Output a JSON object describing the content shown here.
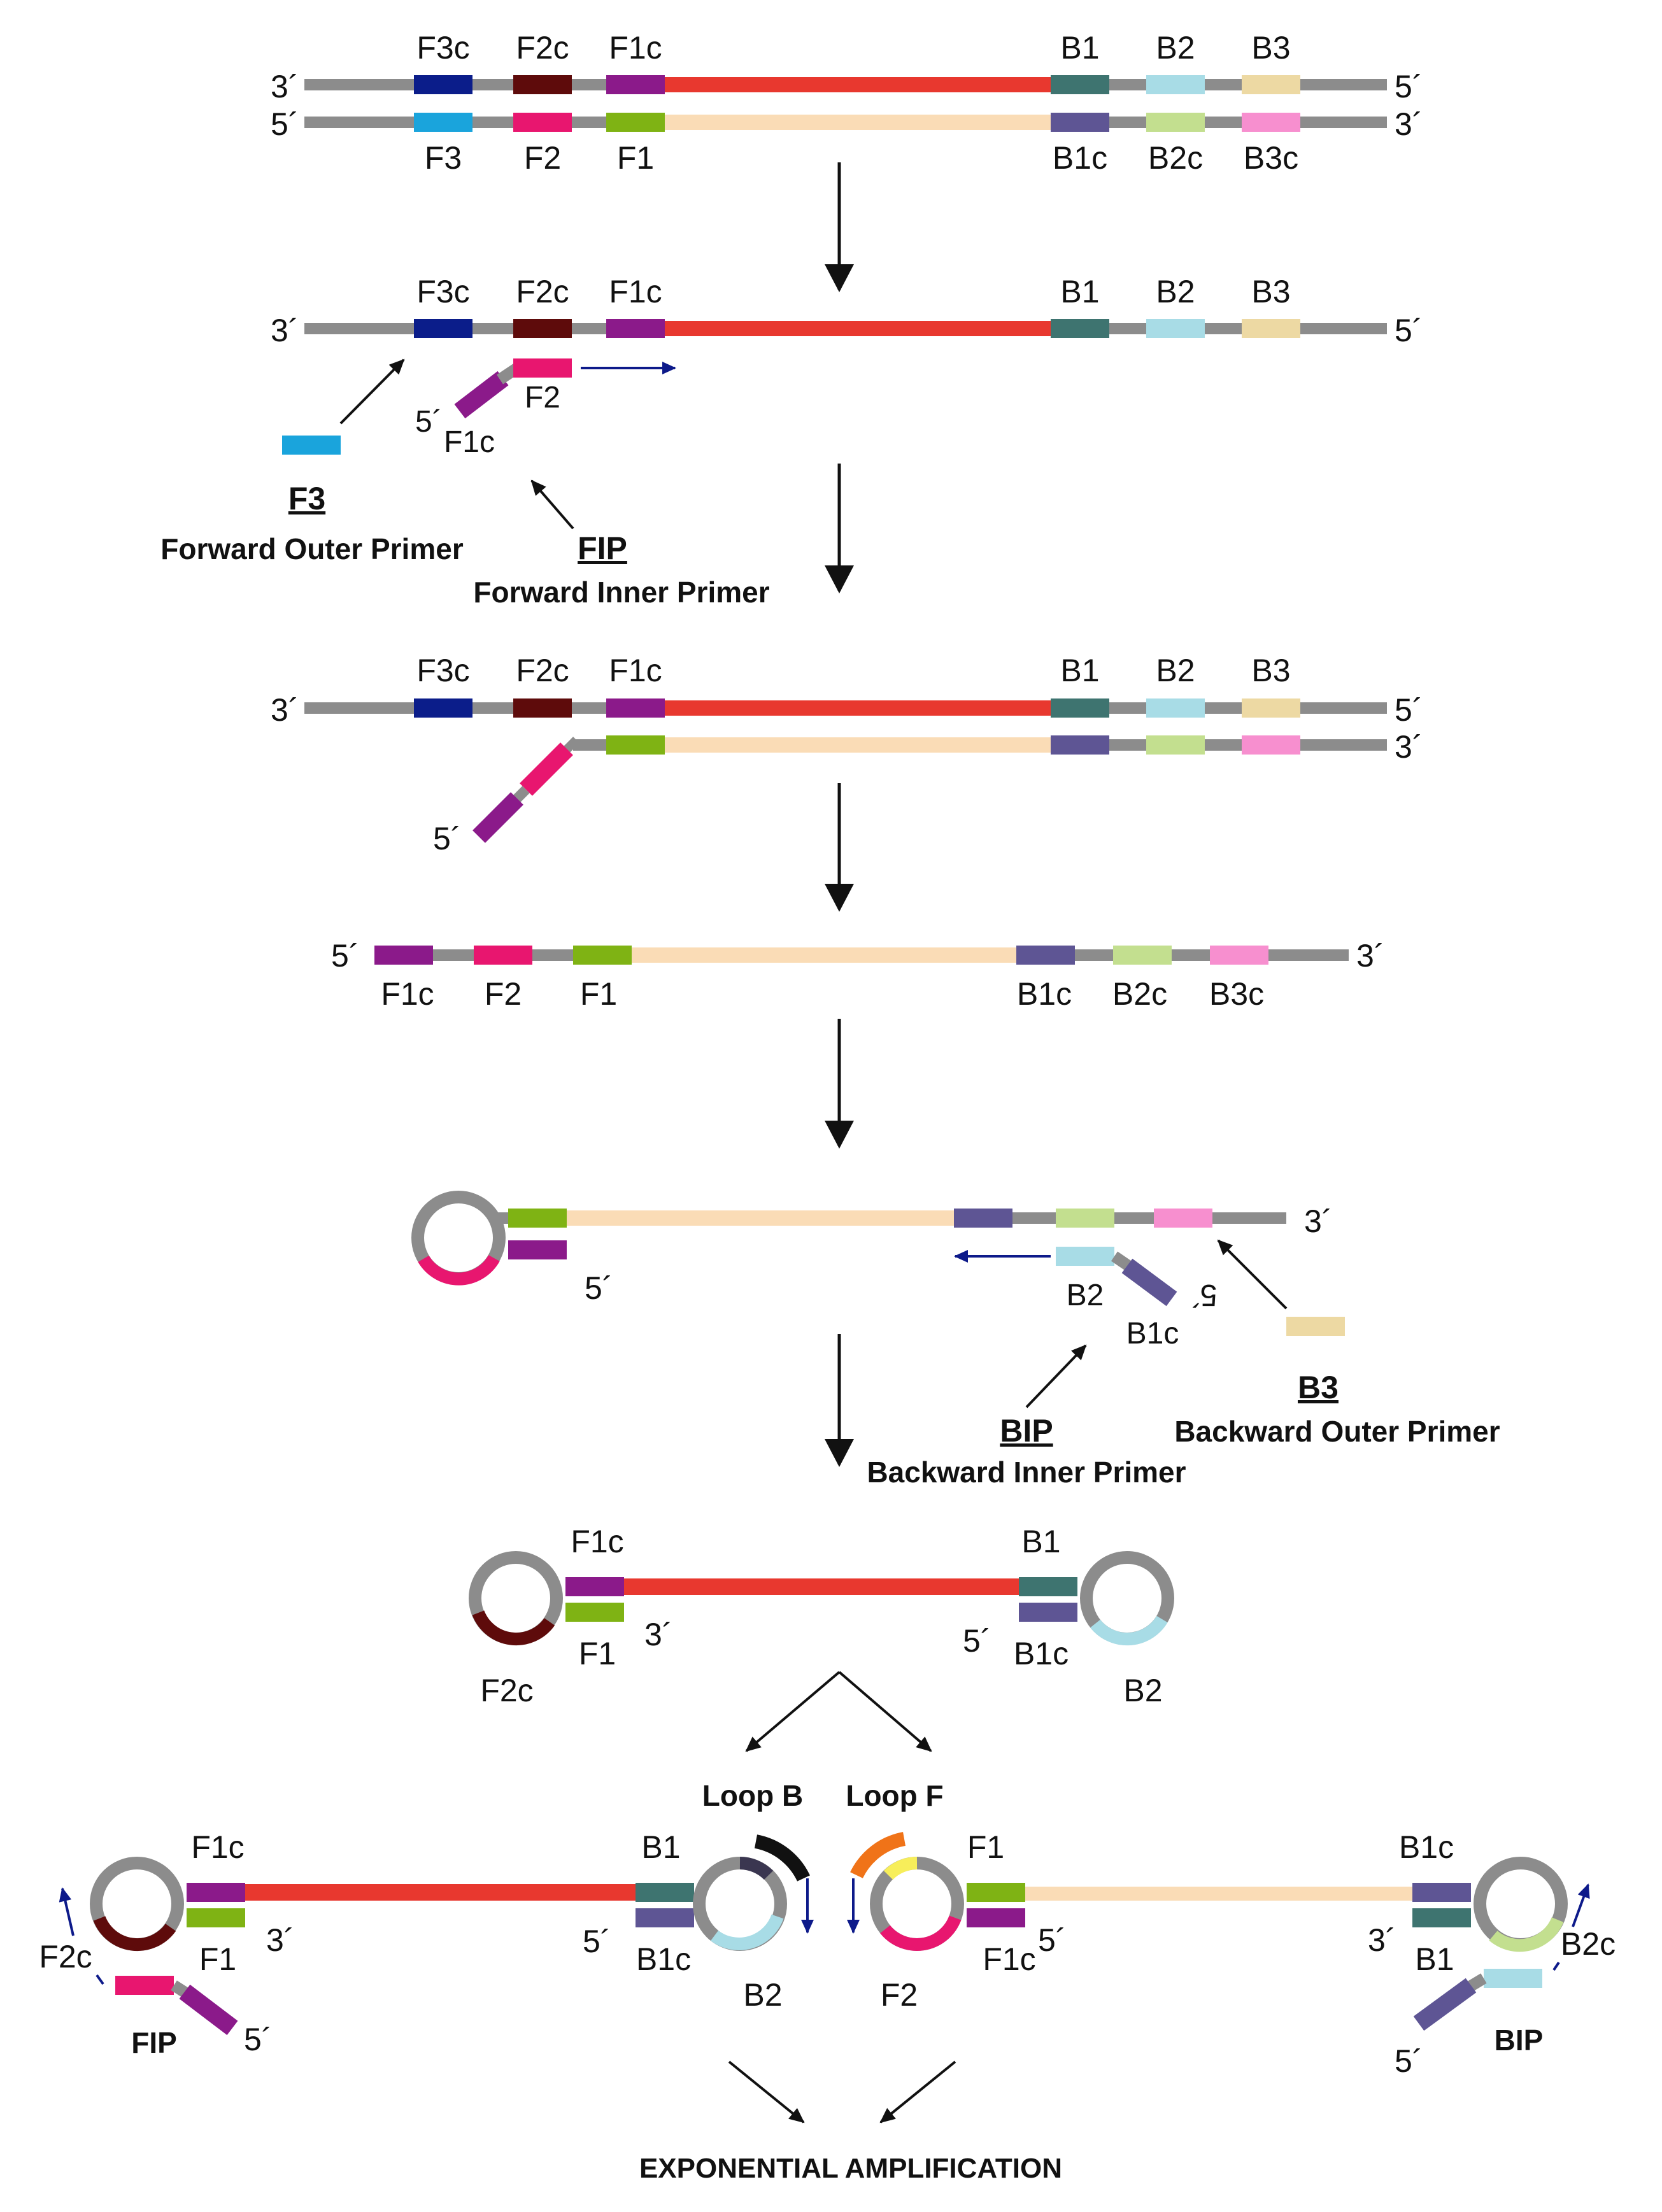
{
  "colors": {
    "strand": "#8c8c8c",
    "target_top": "#e8382f",
    "target_bottom": "#fadcb6",
    "F3c": "#0b1d8a",
    "F2c": "#5e0b0b",
    "F1c": "#8b1a8a",
    "F3": "#1aa4dc",
    "F2": "#e8166f",
    "F1": "#7fb314",
    "B1": "#3e7470",
    "B2": "#a8dce6",
    "B3": "#edd9a3",
    "B1c": "#5e5594",
    "B2c": "#c3df8f",
    "B3c": "#f78fcf",
    "loop_b": "#111111",
    "loop_f_orange": "#f07318",
    "loop_f_yellow": "#f7ee5a",
    "arrow_blue": "#0d1a8a"
  },
  "step1": {
    "top_labels": [
      "F3c",
      "F2c",
      "F1c",
      "B1",
      "B2",
      "B3"
    ],
    "bottom_labels": [
      "F3",
      "F2",
      "F1",
      "B1c",
      "B2c",
      "B3c"
    ],
    "end_top_left": "3´",
    "end_top_right": "5´",
    "end_bottom_left": "5´",
    "end_bottom_right": "3´"
  },
  "step2": {
    "labels": [
      "F3c",
      "F2c",
      "F1c",
      "B1",
      "B2",
      "B3"
    ],
    "end_left": "3´",
    "end_right": "5´",
    "primer_f2": "F2",
    "primer_f1c": "F1c",
    "primer_5": "5´",
    "f3_title": "F3",
    "f3_desc": "Forward Outer Primer",
    "fip_title": "FIP",
    "fip_desc": "Forward Inner Primer"
  },
  "step3": {
    "labels": [
      "F3c",
      "F2c",
      "F1c",
      "B1",
      "B2",
      "B3"
    ],
    "end_top_left": "3´",
    "end_top_right": "5´",
    "end_bottom_right": "3´",
    "tail_5": "5´"
  },
  "step4": {
    "labels": [
      "F1c",
      "F2",
      "F1",
      "B1c",
      "B2c",
      "B3c"
    ],
    "end_left": "5´",
    "end_right": "3´"
  },
  "step5": {
    "end_right": "3´",
    "end_5": "5´",
    "bip_b2": "B2",
    "bip_b1c": "B1c",
    "bip_5": "5´",
    "bip_title": "BIP",
    "bip_desc": "Backward Inner Primer",
    "b3_title": "B3",
    "b3_desc": "Backward Outer Primer"
  },
  "step6": {
    "f1c": "F1c",
    "f1": "F1",
    "f2c": "F2c",
    "end_3": "3´",
    "b1": "B1",
    "b1c": "B1c",
    "b2": "B2",
    "end_5": "5´"
  },
  "step7": {
    "left": {
      "f1c": "F1c",
      "f1": "F1",
      "f2c": "F2c",
      "end_3": "3´",
      "fip": "FIP",
      "fip_5": "5´",
      "b1": "B1",
      "b1c": "B1c",
      "b2": "B2",
      "end_5": "5´",
      "loop_b": "Loop B"
    },
    "right": {
      "loop_f": "Loop F",
      "f1": "F1",
      "f1c": "F1c",
      "f2": "F2",
      "end_5": "5´",
      "b1c": "B1c",
      "b1": "B1",
      "b2c": "B2c",
      "end_3": "3´",
      "bip": "BIP",
      "bip_5": "5´"
    }
  },
  "footer": "EXPONENTIAL AMPLIFICATION"
}
